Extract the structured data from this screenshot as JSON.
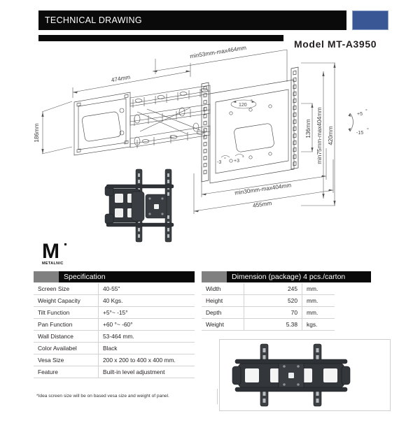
{
  "header": {
    "title": "TECHNICAL DRAWING",
    "swatch_color": "#3a5795",
    "bar_color": "#0a0a0a",
    "model_label": "Model  MT-A3950"
  },
  "logo": {
    "mark_letter": "M",
    "brand_text": "METALNIC"
  },
  "drawing": {
    "annotations": [
      {
        "name": "width-474",
        "text": "474mm"
      },
      {
        "name": "height-186",
        "text": "186mm"
      },
      {
        "name": "wall-distance-range",
        "text": "min53mm-max464mm"
      },
      {
        "name": "swivel-120",
        "text": "120"
      },
      {
        "name": "vesa-height-136",
        "text": "136mm"
      },
      {
        "name": "vesa-height-range",
        "text": "min75mm-max404mm"
      },
      {
        "name": "overall-height-420",
        "text": "420mm"
      },
      {
        "name": "tilt-up",
        "text": "+5"
      },
      {
        "name": "tilt-down",
        "text": "-15"
      },
      {
        "name": "roll-left",
        "text": "-3"
      },
      {
        "name": "roll-right",
        "text": "+3"
      },
      {
        "name": "vesa-width-range",
        "text": "min30mm-max404mm"
      },
      {
        "name": "overall-width-455",
        "text": "455mm"
      },
      {
        "name": "degree-symbol",
        "text": "°"
      }
    ]
  },
  "spec_table": {
    "header_label": "Specification",
    "rows": [
      {
        "key": "Screen Size",
        "value": "40-55\""
      },
      {
        "key": "Weight Capacity",
        "value": "40 Kgs."
      },
      {
        "key": "Tilt Function",
        "value": "+5°~ -15°"
      },
      {
        "key": "Pan Function",
        "value": "+60 °~ -60°"
      },
      {
        "key": "Wall Distance",
        "value": "53-464 mm."
      },
      {
        "key": "Color Availabel",
        "value": "Black"
      },
      {
        "key": "Vesa Size",
        "value": "200 x 200 to 400 x 400 mm."
      },
      {
        "key": "Feature",
        "value": "Built-in level adjustment"
      }
    ]
  },
  "dimension_table": {
    "header_label": "Dimension (package) 4 pcs./carton",
    "rows": [
      {
        "key": "Width",
        "value": "245",
        "unit": "mm."
      },
      {
        "key": "Height",
        "value": "520",
        "unit": "mm."
      },
      {
        "key": "Depth",
        "value": "70",
        "unit": "mm."
      },
      {
        "key": "Weight",
        "value": "5.38",
        "unit": "kgs."
      }
    ]
  },
  "footnote": {
    "text": "*Idea screen size will be on based vesa size and weight of panel."
  }
}
